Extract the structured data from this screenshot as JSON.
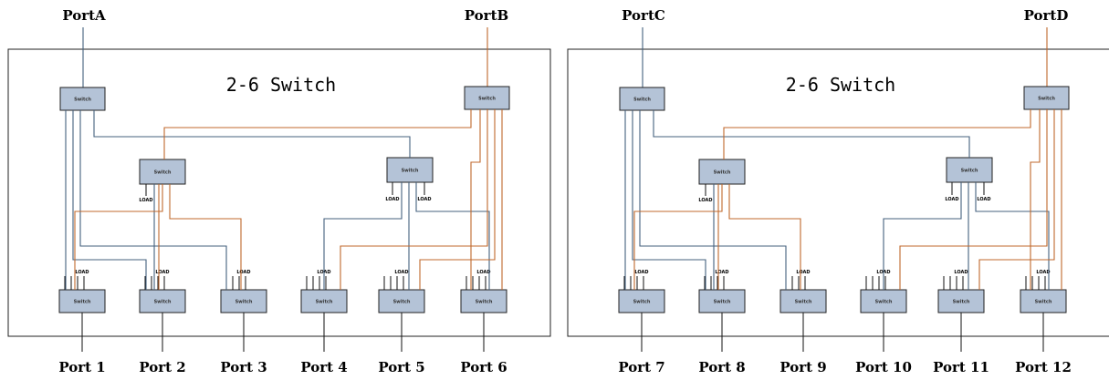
{
  "colors": {
    "wire_port_a": "#44607e",
    "wire_port_b": "#c0682c",
    "switch_fill": "#b4c3d7"
  },
  "panels": [
    {
      "title": "2-6 Switch",
      "input_a": "PortA",
      "input_b": "PortB",
      "switch_label": "Switch",
      "load_label": "LOAD",
      "outputs": [
        "Port 1",
        "Port 2",
        "Port 3",
        "Port 4",
        "Port 5",
        "Port 6"
      ]
    },
    {
      "title": "2-6 Switch",
      "input_a": "PortC",
      "input_b": "PortD",
      "switch_label": "Switch",
      "load_label": "LOAD",
      "outputs": [
        "Port 7",
        "Port 8",
        "Port 9",
        "Port 10",
        "Port 11",
        "Port 12"
      ]
    }
  ]
}
